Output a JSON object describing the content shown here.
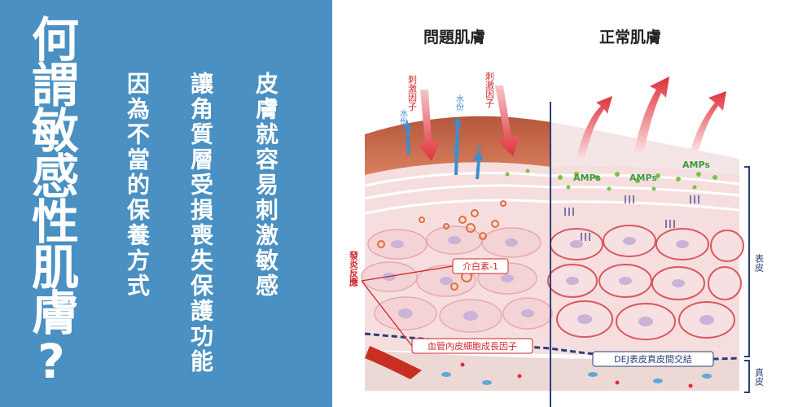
{
  "left": {
    "title": "何謂敏感性肌膚?",
    "lines": [
      "皮膚就容易刺激敏感",
      "讓角質層受損喪失保護功能",
      "因為不當的保養方式"
    ]
  },
  "diagram": {
    "left_heading": "問題肌膚",
    "right_heading": "正常肌膚",
    "irritant_label": "刺激因子",
    "water_label": "水份",
    "amps_label": "AMPs",
    "inflammation_label": "發炎反應",
    "il1_label": "介白素-1",
    "vegf_label": "血管內皮細胞成長因子",
    "dej_label": "DEJ表皮真皮間交結",
    "epidermis_label": "表皮",
    "dermis_label": "真皮"
  },
  "colors": {
    "panel": "#4a90c2",
    "irritant": "#e0303a",
    "water": "#3a8fd0",
    "amps": "#3c9a3c",
    "label_red": "#d0262b"
  }
}
